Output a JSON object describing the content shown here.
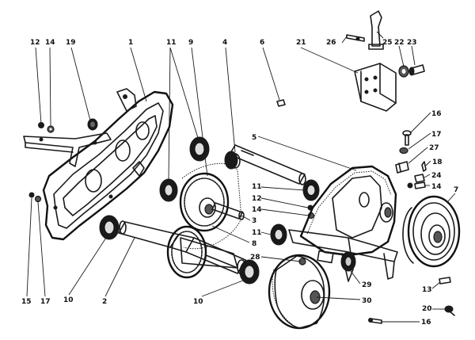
{
  "callouts": [
    {
      "id": "c12a",
      "text": "12"
    },
    {
      "id": "c14a",
      "text": "14"
    },
    {
      "id": "c19",
      "text": "19"
    },
    {
      "id": "c1",
      "text": "1"
    },
    {
      "id": "c11a",
      "text": "11"
    },
    {
      "id": "c9",
      "text": "9"
    },
    {
      "id": "c4",
      "text": "4"
    },
    {
      "id": "c6",
      "text": "6"
    },
    {
      "id": "c21",
      "text": "21"
    },
    {
      "id": "c26",
      "text": "26"
    },
    {
      "id": "c25",
      "text": "25"
    },
    {
      "id": "c22",
      "text": "22"
    },
    {
      "id": "c23",
      "text": "23"
    },
    {
      "id": "c16a",
      "text": "16"
    },
    {
      "id": "c17a",
      "text": "17"
    },
    {
      "id": "c5",
      "text": "5"
    },
    {
      "id": "c27",
      "text": "27"
    },
    {
      "id": "c18",
      "text": "18"
    },
    {
      "id": "c24",
      "text": "24"
    },
    {
      "id": "c14b",
      "text": "14"
    },
    {
      "id": "c7",
      "text": "7"
    },
    {
      "id": "c11b",
      "text": "11"
    },
    {
      "id": "c12b",
      "text": "12"
    },
    {
      "id": "c14c",
      "text": "14"
    },
    {
      "id": "c3",
      "text": "3"
    },
    {
      "id": "c11c",
      "text": "11"
    },
    {
      "id": "c8",
      "text": "8"
    },
    {
      "id": "c28",
      "text": "28"
    },
    {
      "id": "c29",
      "text": "29"
    },
    {
      "id": "c30",
      "text": "30"
    },
    {
      "id": "c13",
      "text": "13"
    },
    {
      "id": "c20",
      "text": "20"
    },
    {
      "id": "c16b",
      "text": "16"
    },
    {
      "id": "c15",
      "text": "15"
    },
    {
      "id": "c17b",
      "text": "17"
    },
    {
      "id": "c10a",
      "text": "10"
    },
    {
      "id": "c2",
      "text": "2"
    },
    {
      "id": "c10b",
      "text": "10"
    }
  ]
}
